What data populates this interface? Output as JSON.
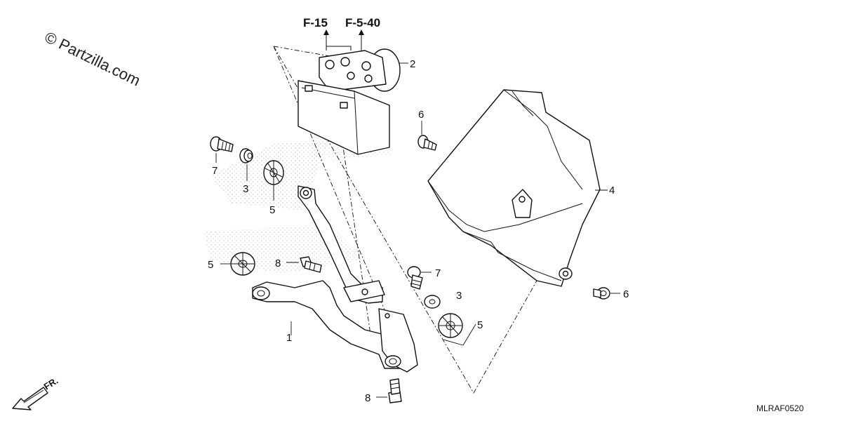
{
  "watermark": "© Partzilla.com",
  "diagram_code": "MLRAF0520",
  "front_indicator": "FR.",
  "references": [
    {
      "id": "ref-f15",
      "text": "F-15"
    },
    {
      "id": "ref-f540",
      "text": "F-5-40"
    }
  ],
  "callouts": [
    {
      "id": "callout-1",
      "text": "1"
    },
    {
      "id": "callout-2",
      "text": "2"
    },
    {
      "id": "callout-3a",
      "text": "3"
    },
    {
      "id": "callout-3b",
      "text": "3"
    },
    {
      "id": "callout-4",
      "text": "4"
    },
    {
      "id": "callout-5a",
      "text": "5"
    },
    {
      "id": "callout-5b",
      "text": "5"
    },
    {
      "id": "callout-5c",
      "text": "5"
    },
    {
      "id": "callout-6a",
      "text": "6"
    },
    {
      "id": "callout-6b",
      "text": "6"
    },
    {
      "id": "callout-7a",
      "text": "7"
    },
    {
      "id": "callout-7b",
      "text": "7"
    },
    {
      "id": "callout-8a",
      "text": "8"
    },
    {
      "id": "callout-8b",
      "text": "8"
    }
  ]
}
